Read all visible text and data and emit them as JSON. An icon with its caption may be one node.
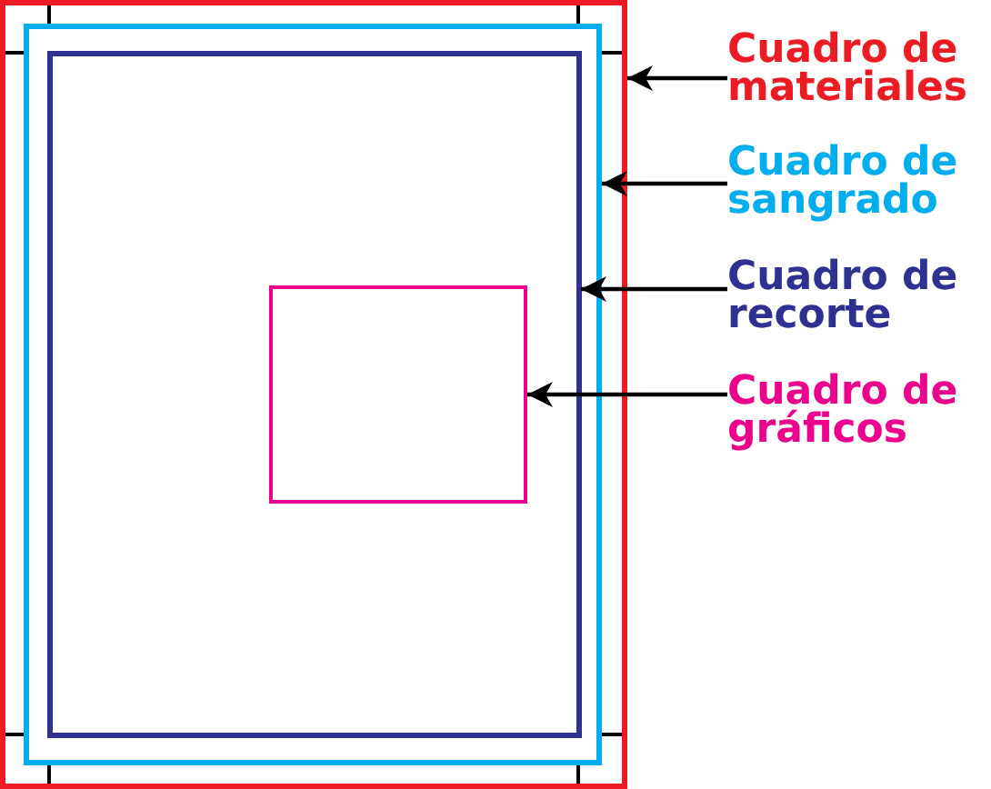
{
  "diagram": {
    "nodes": [
      {
        "text": [],
        "shape": "box"
      },
      {
        "text": [],
        "shape": "box",
        "in": 0
      },
      {
        "text": [],
        "shape": "box",
        "in": 1
      },
      {
        "text": [],
        "shape": "box",
        "in": 2
      },
      {
        "text": [
          "Cuadro de materiales"
        ]
      },
      {
        "text": [
          "Cuadro de sangrado"
        ]
      },
      {
        "text": [
          "Cuadro de recorte"
        ]
      },
      {
        "text": [
          "Cuadro de gráficos"
        ]
      }
    ],
    "edges": [
      {
        "from": 4,
        "to": 0,
        "arrow": "to"
      },
      {
        "from": 5,
        "to": 1,
        "arrow": "to"
      },
      {
        "from": 6,
        "to": 2,
        "arrow": "to"
      },
      {
        "from": 7,
        "to": 3,
        "arrow": "to"
      }
    ]
  }
}
